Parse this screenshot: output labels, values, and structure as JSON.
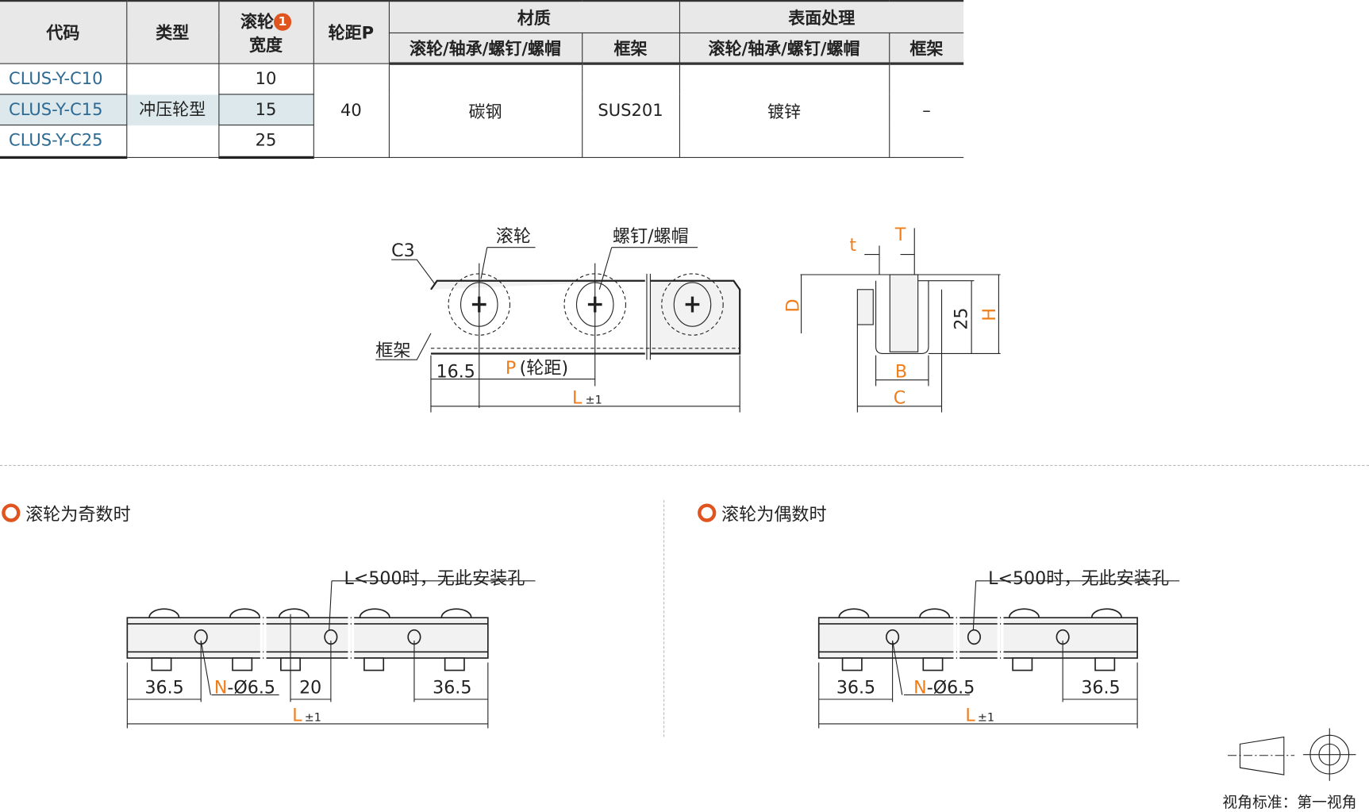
{
  "table": {
    "headers": {
      "code": "代码",
      "type": "类型",
      "roller_width_1": "滚轮",
      "roller_width_badge": "1",
      "roller_width_2": "宽度",
      "pitch": "轮距P",
      "material": "材质",
      "surface": "表面处理",
      "mat_roller": "滚轮/轴承/螺钉/螺帽",
      "mat_frame": "框架",
      "surf_roller": "滚轮/轴承/螺钉/螺帽",
      "surf_frame": "框架"
    },
    "rows": [
      {
        "code": "CLUS-Y-C10",
        "width": "10"
      },
      {
        "code": "CLUS-Y-C15",
        "width": "15"
      },
      {
        "code": "CLUS-Y-C25",
        "width": "25"
      }
    ],
    "type": "冲压轮型",
    "pitch": "40",
    "mat_roller": "碳钢",
    "mat_frame": "SUS201",
    "surf_roller": "镀锌",
    "surf_frame": "–"
  },
  "drawing": {
    "c3": "C3",
    "roller": "滚轮",
    "screw": "螺钉/螺帽",
    "frame": "框架",
    "d165": "16.5",
    "p": "P",
    "p_note": "(轮距)",
    "L": "L",
    "tol": "±1",
    "t": "t",
    "T": "T",
    "D": "D",
    "d25": "25",
    "H": "H",
    "B": "B",
    "C": "C"
  },
  "odd": {
    "title": "滚轮为奇数时",
    "note": "L<500时，无此安装孔",
    "d365a": "36.5",
    "N": "N",
    "hole": "-Ø6.5",
    "d20": "20",
    "d365b": "36.5"
  },
  "even": {
    "title": "滚轮为偶数时",
    "note": "L<500时，无此安装孔",
    "d365a": "36.5",
    "N": "N",
    "hole": "-Ø6.5",
    "d365b": "36.5"
  },
  "view_standard": "视角标准：第一视角",
  "colors": {
    "accent": "#f07d19",
    "code": "#2d6a93",
    "badge": "#e0541f"
  }
}
